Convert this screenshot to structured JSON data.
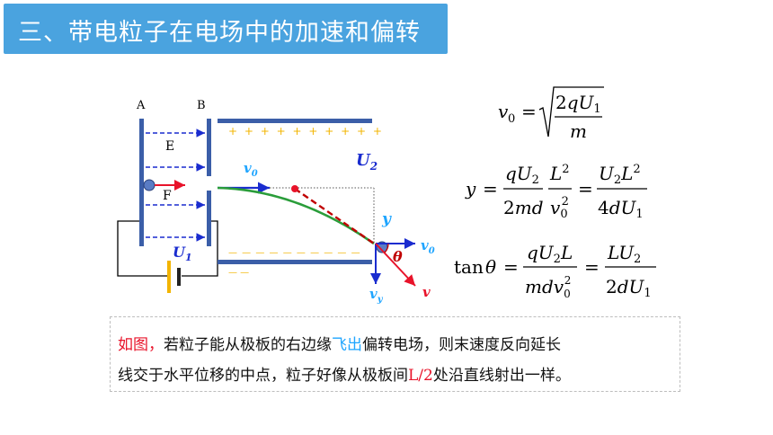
{
  "title": "三、带电粒子在电场中的加速和偏转",
  "diagram": {
    "plate_a": "A",
    "plate_b": "B",
    "field_e": "E",
    "field_f": "F",
    "u1": "U",
    "u1_sub": "1",
    "u2": "U",
    "u2_sub": "2",
    "plus_signs": "+ + + + + + + + + +",
    "minus_signs": "— — — — — — — — — —",
    "minus_extra": "— —",
    "v0_top": "v",
    "v0_top_sub": "0",
    "v0_right": "v",
    "v0_right_sub": "0",
    "y_label": "y",
    "theta": "θ",
    "vy": "v",
    "vy_sub": "y",
    "v": "v"
  },
  "formulas": {
    "f1": "v0 = √(2qU1 / m)",
    "f2": "y = qU2/(2md) · L²/v0² = U2L²/(4dU1)",
    "f3": "tan θ = qU2L/(mdv0²) = LU2/(2dU1)"
  },
  "note": {
    "line1_a": "如图，",
    "line1_b": "若粒子能从极板的右边缘",
    "line1_c": "飞出",
    "line1_d": "偏转电场，则末速度反向延长",
    "line2_a": "线交于水平位移的中点，粒子好像从极板间",
    "line2_b": "L/2",
    "line2_c": "处沿直线射出一样。"
  },
  "colors": {
    "title_bg": "#4aa3df",
    "plate": "#3b5ea8",
    "field_arrow": "#1a2ccf",
    "trajectory": "#2a9d3a",
    "extension": "#c00000",
    "highlight_red": "#e8132a",
    "highlight_blue": "#1fa5ff",
    "battery": "#f2b400"
  }
}
